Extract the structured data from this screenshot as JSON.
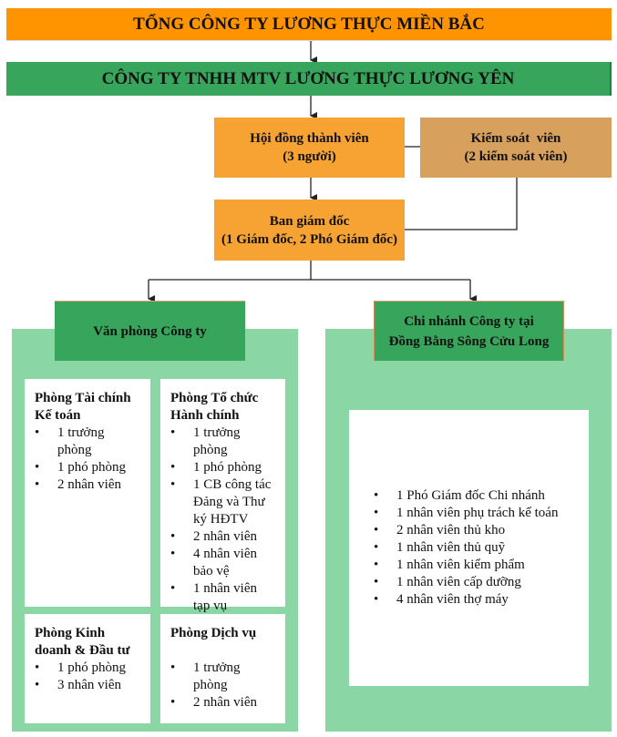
{
  "chart_title": "Sơ đồ tổ chức Công ty TNHH MTV Lương thực Lương Yên",
  "colors": {
    "parent_corp": "#ff9300",
    "company": "#37a55b",
    "board": "#f6a333",
    "supervisor": "#d7a05c",
    "unit_header": "#37a55b",
    "unit_panel": "#8bd6a5",
    "card": "#ffffff",
    "connector": "#222222"
  },
  "parent_corp": {
    "label": "TỔNG CÔNG TY LƯƠNG THỰC MIỀN BẮC"
  },
  "company": {
    "label": "CÔNG TY TNHH MTV LƯƠNG THỰC LƯƠNG YÊN"
  },
  "board": {
    "title": "Hội đồng thành viên",
    "detail": "(3 người)"
  },
  "supervisor": {
    "title": "Kiểm soát  viên",
    "detail": "(2 kiểm soát viên)"
  },
  "management": {
    "title": "Ban giám đốc",
    "detail": "(1 Giám đốc, 2 Phó Giám đốc)"
  },
  "head_office": {
    "label": "Văn phòng Công ty",
    "departments": [
      {
        "title": "Phòng Tài chính Kế toán",
        "staff": [
          "1 trưởng phòng",
          "1 phó phòng",
          "2 nhân viên"
        ]
      },
      {
        "title": "Phòng Tổ chức Hành chính",
        "staff": [
          "1 trưởng phòng",
          "1 phó phòng",
          "1 CB công tác Đảng và Thư ký HĐTV",
          "2 nhân viên",
          "4 nhân viên bảo vệ",
          "1 nhân viên tạp vụ"
        ]
      },
      {
        "title": "Phòng Kinh doanh & Đầu tư",
        "staff": [
          "1 phó phòng",
          "3 nhân viên"
        ]
      },
      {
        "title": "Phòng Dịch vụ",
        "staff": [
          "1 trưởng phòng",
          "2 nhân viên"
        ]
      }
    ]
  },
  "branch": {
    "label": "Chi nhánh Công ty tại Đồng Bằng Sông Cửu Long",
    "staff": [
      "1 Phó Giám đốc Chi nhánh",
      "1 nhân viên phụ trách kế toán",
      "2 nhân viên thủ kho",
      "1 nhân viên thủ quỹ",
      "1 nhân viên kiểm phẩm",
      "1 nhân viên cấp dưỡng",
      "4 nhân viên thợ máy"
    ]
  },
  "connections": [
    {
      "from": "parent_corp",
      "to": "company",
      "type": "arrow"
    },
    {
      "from": "company",
      "to": "board",
      "type": "arrow"
    },
    {
      "from": "board",
      "to": "supervisor",
      "type": "line"
    },
    {
      "from": "board",
      "to": "management",
      "type": "arrow"
    },
    {
      "from": "supervisor",
      "to": "management",
      "type": "line"
    },
    {
      "from": "management",
      "to": "head_office",
      "type": "arrow"
    },
    {
      "from": "management",
      "to": "branch",
      "type": "arrow"
    }
  ]
}
